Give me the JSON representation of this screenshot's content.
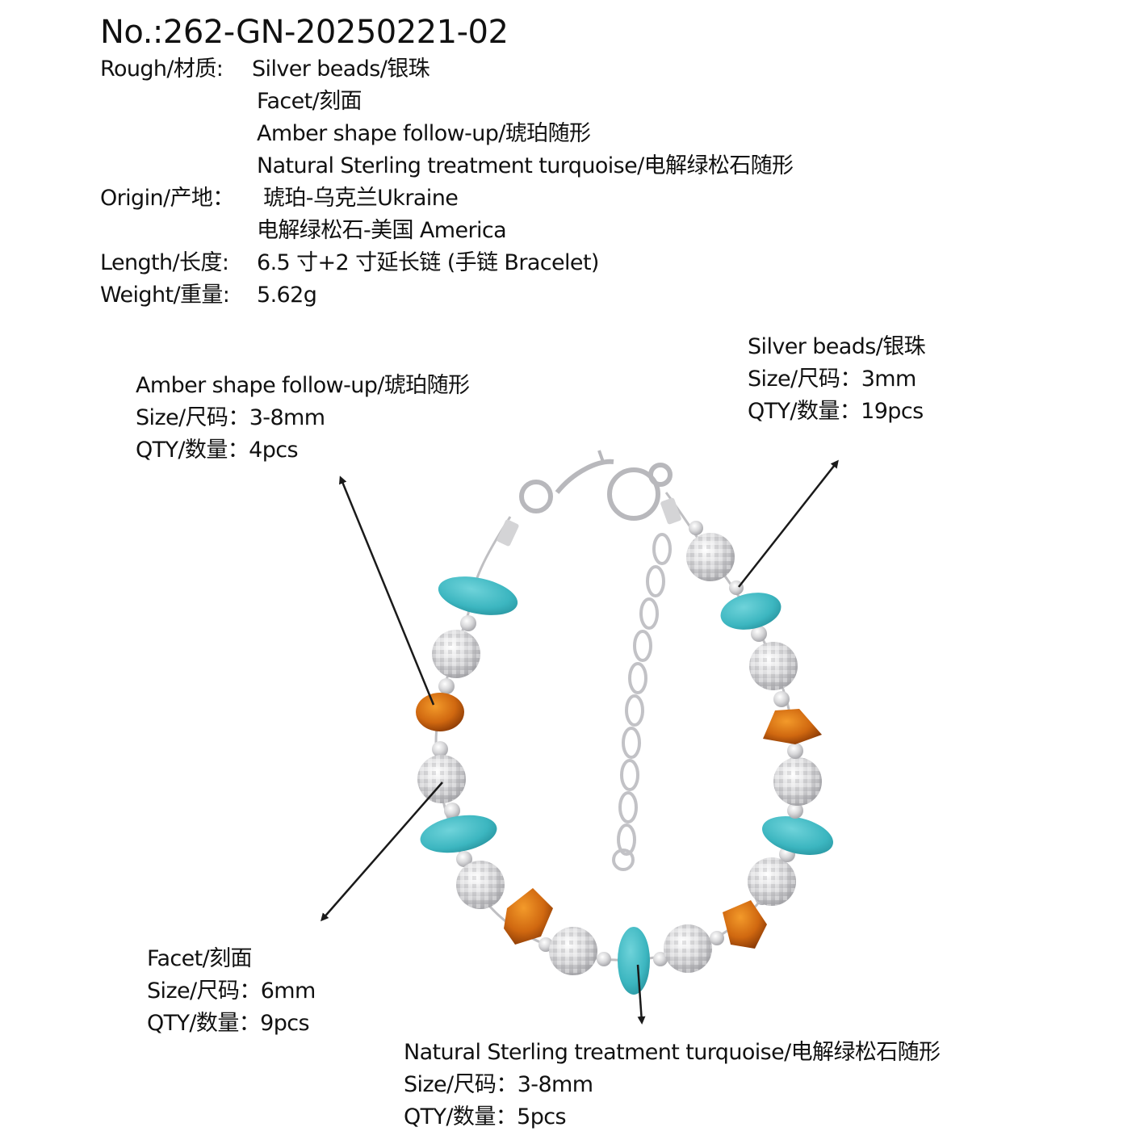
{
  "header": {
    "product_no": "No.:262-GN-20250221-02"
  },
  "specs": {
    "rough": {
      "label": "Rough/材质:",
      "values": [
        "Silver beads/银珠",
        "Facet/刻面",
        "Amber shape follow-up/琥珀随形",
        "Natural Sterling treatment turquoise/电解绿松石随形"
      ]
    },
    "origin": {
      "label": "Origin/产地：",
      "values": [
        "琥珀-乌克兰Ukraine",
        "电解绿松石-美国 America"
      ]
    },
    "length": {
      "label": "Length/长度:",
      "value": "6.5 寸+2 寸延长链 (手链 Bracelet)"
    },
    "weight": {
      "label": "Weight/重量:",
      "value": "5.62g"
    }
  },
  "callouts": {
    "amber": {
      "name": "Amber shape follow-up/琥珀随形",
      "size": "Size/尺码：3-8mm",
      "qty": "QTY/数量：4pcs"
    },
    "silver": {
      "name": "Silver beads/银珠",
      "size": "Size/尺码：3mm",
      "qty": "QTY/数量：19pcs"
    },
    "facet": {
      "name": "Facet/刻面",
      "size": "Size/尺码：6mm",
      "qty": "QTY/数量：9pcs"
    },
    "turquoise": {
      "name": "Natural Sterling treatment turquoise/电解绿松石随形",
      "size": "Size/尺码：3-8mm",
      "qty": "QTY/数量：5pcs"
    }
  },
  "colors": {
    "text": "#111111",
    "turquoise": "#3fb8c2",
    "amber": "#c85a0c",
    "silver": "#d4d4d6",
    "arrow": "#1a1a1a"
  }
}
